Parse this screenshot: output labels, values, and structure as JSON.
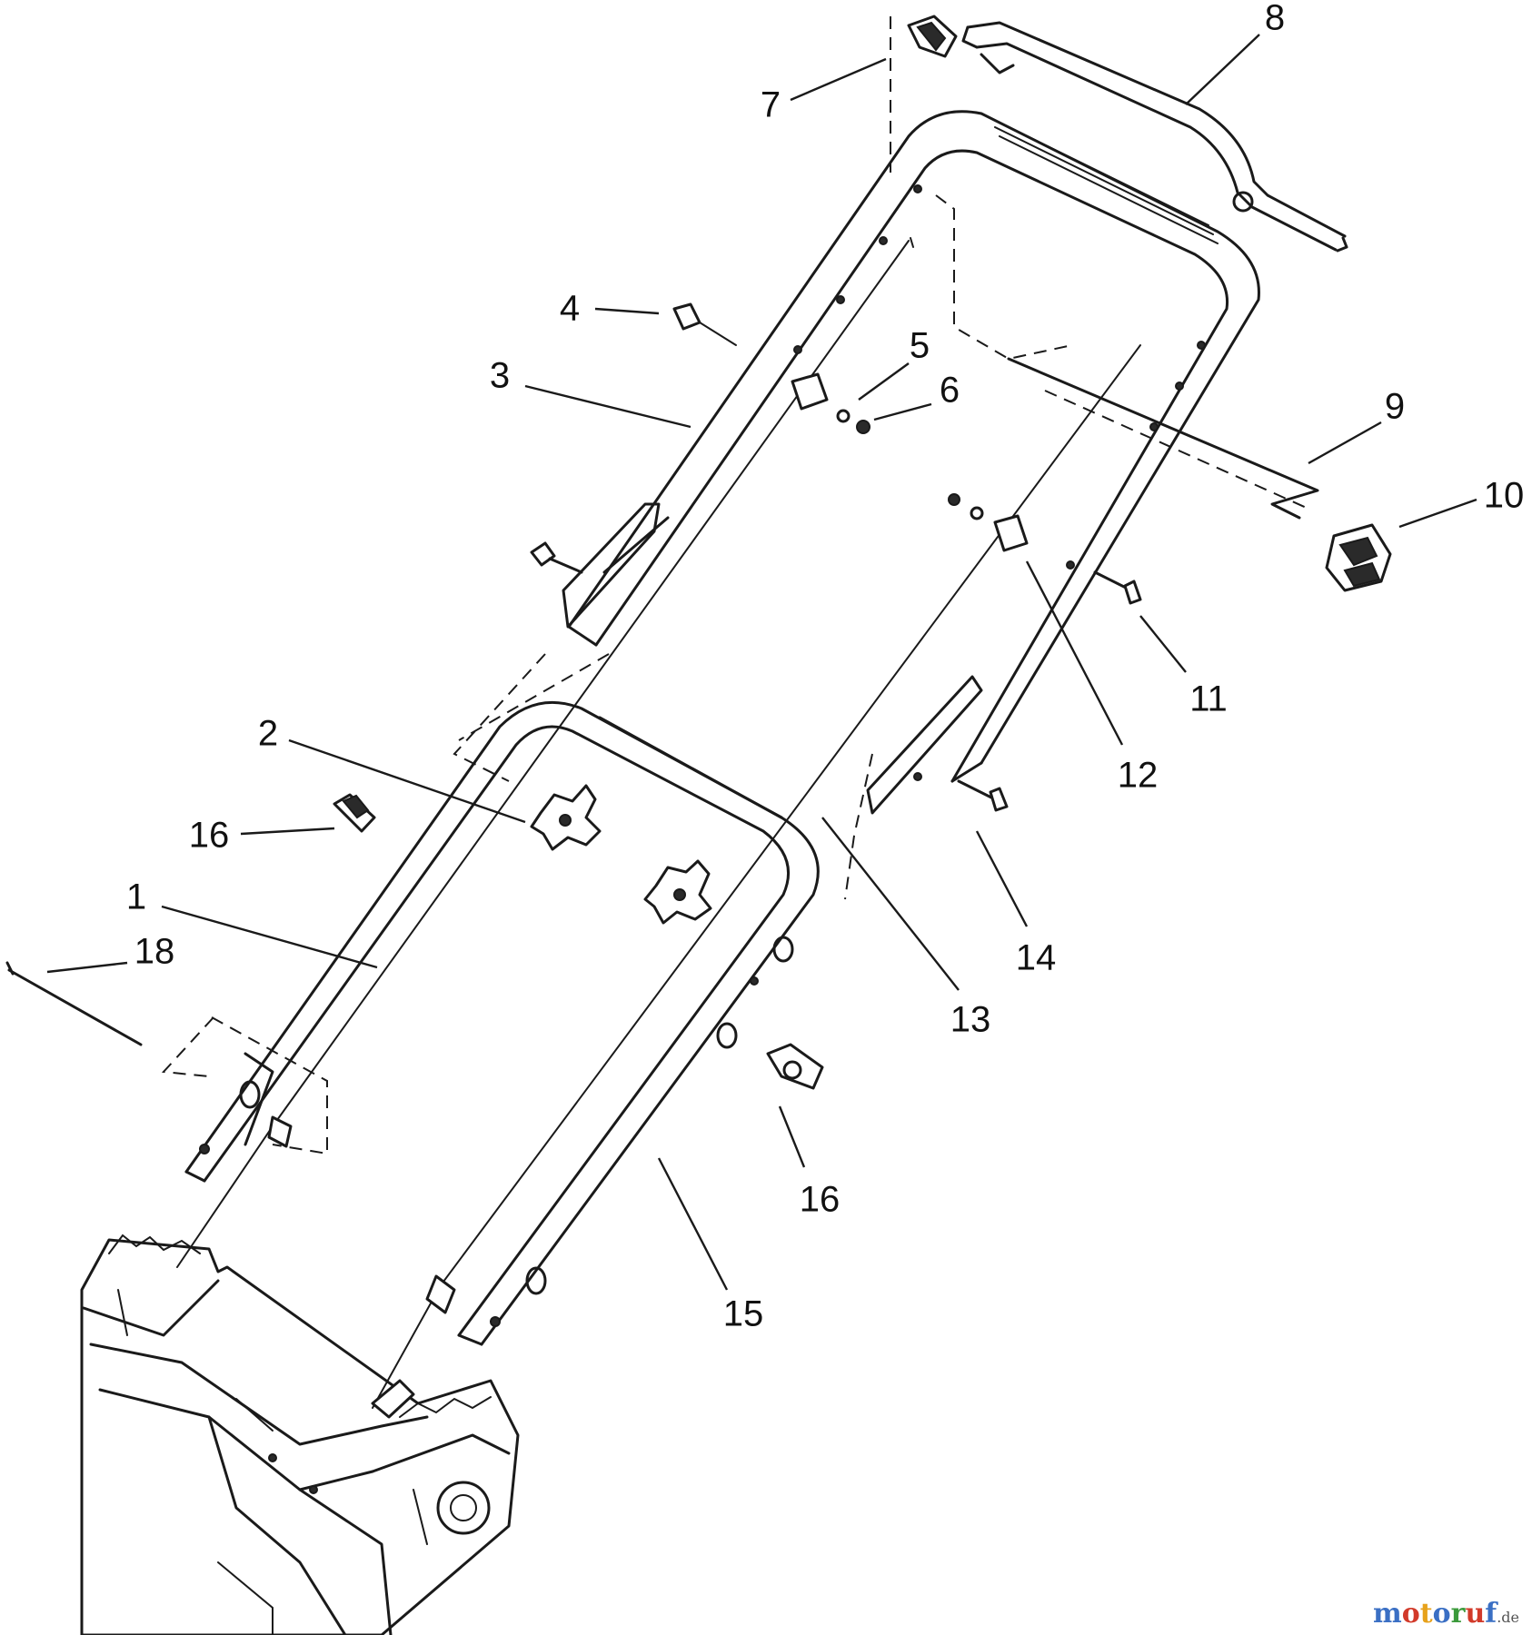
{
  "callouts": [
    {
      "id": "c1",
      "label": "1"
    },
    {
      "id": "c2",
      "label": "2"
    },
    {
      "id": "c3",
      "label": "3"
    },
    {
      "id": "c4",
      "label": "4"
    },
    {
      "id": "c5",
      "label": "5"
    },
    {
      "id": "c6",
      "label": "6"
    },
    {
      "id": "c7",
      "label": "7"
    },
    {
      "id": "c8",
      "label": "8"
    },
    {
      "id": "c9",
      "label": "9"
    },
    {
      "id": "c10",
      "label": "10"
    },
    {
      "id": "c11",
      "label": "11"
    },
    {
      "id": "c12",
      "label": "12"
    },
    {
      "id": "c13",
      "label": "13"
    },
    {
      "id": "c14",
      "label": "14"
    },
    {
      "id": "c15",
      "label": "15"
    },
    {
      "id": "c16a",
      "label": "16"
    },
    {
      "id": "c16b",
      "label": "16"
    },
    {
      "id": "c18",
      "label": "18"
    }
  ],
  "watermark": {
    "letters": [
      "m",
      "o",
      "t",
      "o",
      "r",
      "u",
      "f"
    ],
    "suffix": ".de",
    "colors": [
      "#3a6fc4",
      "#d23a2a",
      "#e7a21c",
      "#3a6fc4",
      "#3b9a3b",
      "#d23a2a",
      "#3a6fc4"
    ]
  }
}
